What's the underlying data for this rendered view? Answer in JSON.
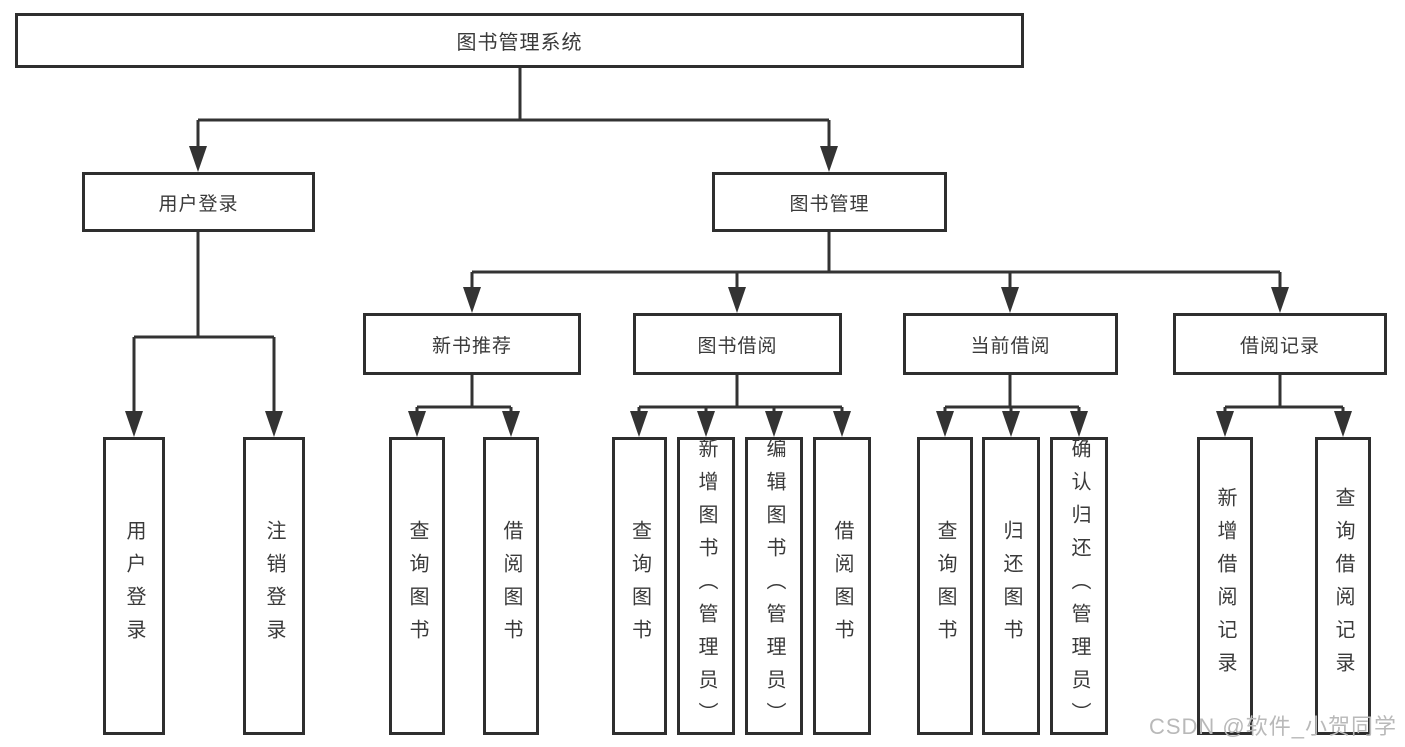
{
  "tree": {
    "root": {
      "label": "图书管理系统"
    },
    "user_login": {
      "label": "用户登录",
      "children": [
        {
          "label": "用户登录"
        },
        {
          "label": "注销登录"
        }
      ]
    },
    "book_management": {
      "label": "图书管理",
      "sections": [
        {
          "label": "新书推荐",
          "children": [
            {
              "label": "查询图书"
            },
            {
              "label": "借阅图书"
            }
          ]
        },
        {
          "label": "图书借阅",
          "children": [
            {
              "label": "查询图书"
            },
            {
              "label": "新增图书（管理员）"
            },
            {
              "label": "编辑图书（管理员）"
            },
            {
              "label": "借阅图书"
            }
          ]
        },
        {
          "label": "当前借阅",
          "children": [
            {
              "label": "查询图书"
            },
            {
              "label": "归还图书"
            },
            {
              "label": "确认归还（管理员）"
            }
          ]
        },
        {
          "label": "借阅记录",
          "children": [
            {
              "label": "新增借阅记录"
            },
            {
              "label": "查询借阅记录"
            }
          ]
        }
      ]
    }
  },
  "watermark": {
    "text": "CSDN @软件_小贺同学"
  },
  "colors": {
    "line": "#333333",
    "border": "#2e2e2e",
    "text": "#3a3a3a",
    "background": "#ffffff",
    "watermark": "#b9b9b9"
  }
}
